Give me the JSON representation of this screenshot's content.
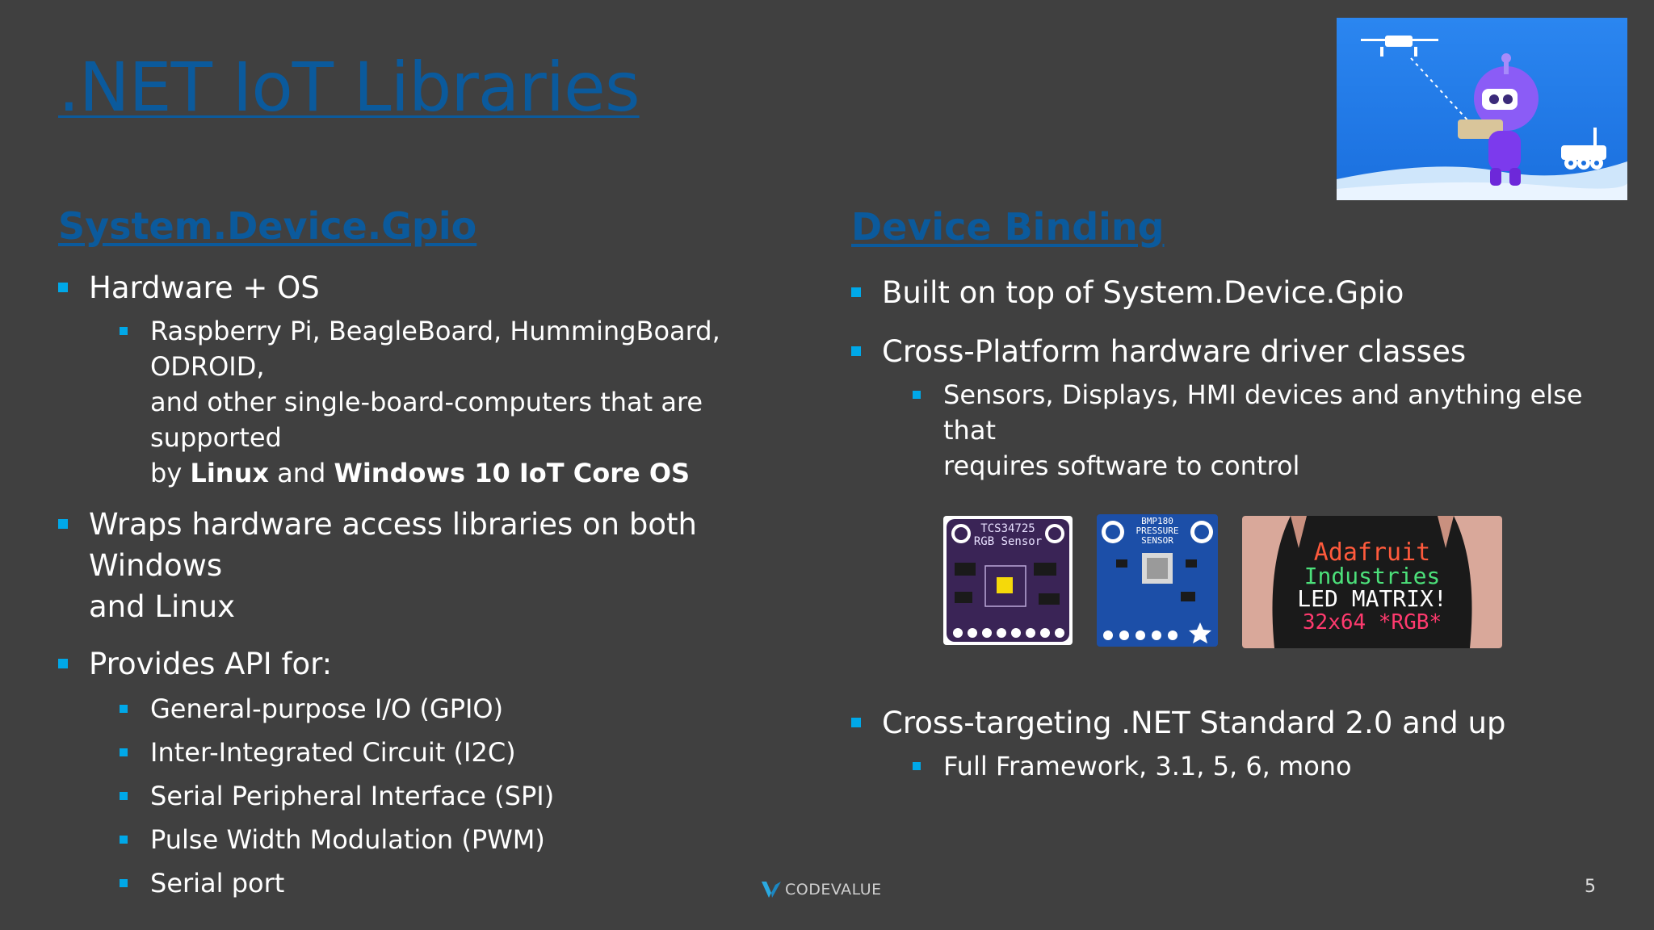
{
  "slide": {
    "title": ".NET IoT Libraries",
    "page_number": "5",
    "accent_color": "#00a8e8",
    "link_color": "#0b5a9c"
  },
  "left": {
    "heading": "System.Device.Gpio",
    "hw_os": "Hardware + OS",
    "boards_line1": "Raspberry Pi, BeagleBoard, HummingBoard, ODROID,",
    "boards_line2": "and other single-board-computers that are supported",
    "boards_by": "by",
    "boards_linux": "Linux",
    "boards_and": "and",
    "boards_windows": "Windows 10 IoT Core OS",
    "wraps_line1": "Wraps hardware access libraries on both Windows",
    "wraps_line2": "and Linux",
    "provides": "Provides API for:",
    "apis": [
      "General-purpose I/O (GPIO)",
      "Inter-Integrated Circuit (I2C)",
      "Serial Peripheral Interface (SPI)",
      "Pulse Width Modulation (PWM)",
      "Serial port"
    ]
  },
  "right": {
    "heading": "Device Binding",
    "built_on": "Built on top of System.Device.Gpio",
    "cross_platform": "Cross-Platform hardware driver classes",
    "sensors_line1": "Sensors, Displays, HMI devices and anything else that",
    "sensors_line2": "requires software to control",
    "cross_targeting": "Cross-targeting .NET Standard 2.0 and up",
    "frameworks": "Full Framework, 3.1, 5, 6, mono"
  },
  "images": {
    "tcs_label1": "TCS34725",
    "tcs_label2": "RGB Sensor",
    "bmp_label1": "BMP180",
    "bmp_label2": "PRESSURE",
    "bmp_label3": "SENSOR",
    "matrix_line1": "Adafruit",
    "matrix_line2": "Industries",
    "matrix_line3": "LED MATRIX!",
    "matrix_line4": "32x64 *RGB*"
  },
  "footer": {
    "brand": "CODEVALUE"
  }
}
